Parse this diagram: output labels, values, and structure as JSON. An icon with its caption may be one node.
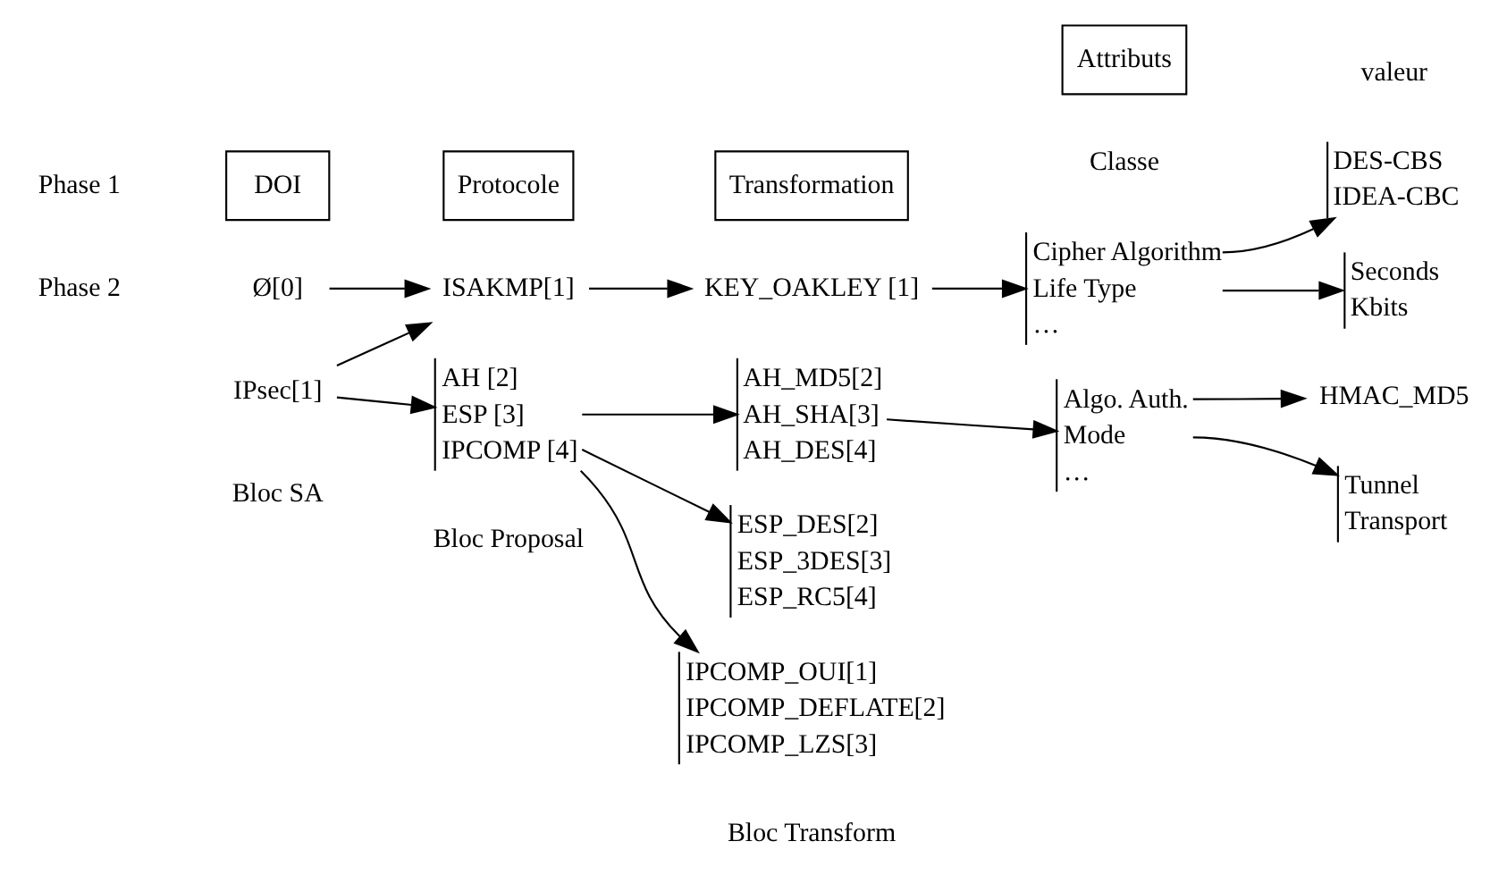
{
  "diagram": {
    "nodes": [
      {
        "text": [
          "DOI"
        ]
      },
      {
        "text": [
          "Protocole"
        ]
      },
      {
        "text": [
          "Transformation"
        ]
      },
      {
        "text": [
          "Attributs"
        ]
      },
      {
        "text": [
          "Ø[0]"
        ]
      },
      {
        "text": [
          "IPsec[1]"
        ]
      },
      {
        "text": [
          "ISAKMP[1]"
        ]
      },
      {
        "text": [
          "AH [2]",
          "ESP [3]",
          "IPCOMP [4]"
        ]
      },
      {
        "text": [
          "KEY_OAKLEY [1]"
        ]
      },
      {
        "text": [
          "AH_MD5[2]",
          "AH_SHA[3]",
          "AH_DES[4]"
        ]
      },
      {
        "text": [
          "ESP_DES[2]",
          "ESP_3DES[3]",
          "ESP_RC5[4]"
        ]
      },
      {
        "text": [
          "IPCOMP_OUI[1]",
          "IPCOMP_DEFLATE[2]",
          "IPCOMP_LZS[3]"
        ]
      },
      {
        "text": [
          "Cipher Algorithm",
          "Life Type",
          "…"
        ]
      },
      {
        "text": [
          "Algo. Auth.",
          "Mode",
          "…"
        ]
      },
      {
        "text": [
          "DES-CBS",
          "IDEA-CBC"
        ]
      },
      {
        "text": [
          "Seconds",
          "Kbits"
        ]
      },
      {
        "text": [
          "HMAC_MD5"
        ]
      },
      {
        "text": [
          "Tunnel",
          "Transport"
        ]
      }
    ],
    "edges": [
      {
        "from": 4,
        "to": 6,
        "arrow": "to"
      },
      {
        "from": 5,
        "to": 6,
        "arrow": "to"
      },
      {
        "from": 5,
        "to": 7,
        "arrow": "to"
      },
      {
        "from": 6,
        "to": 8,
        "arrow": "to"
      },
      {
        "from": 8,
        "to": 12,
        "arrow": "to"
      },
      {
        "from": 7,
        "to": 9,
        "arrow": "to"
      },
      {
        "from": 7,
        "to": 10,
        "arrow": "to"
      },
      {
        "from": 7,
        "to": 11,
        "arrow": "to"
      },
      {
        "from": 9,
        "to": 13,
        "arrow": "to"
      },
      {
        "from": 12,
        "to": 14,
        "arrow": "to"
      },
      {
        "from": 12,
        "to": 15,
        "arrow": "to"
      },
      {
        "from": 13,
        "to": 16,
        "arrow": "to"
      },
      {
        "from": 13,
        "to": 17,
        "arrow": "to"
      }
    ],
    "labels": [
      "Phase 1",
      "Classe",
      "valeur",
      "Phase 2",
      "Bloc SA",
      "Bloc Proposal",
      "Bloc Transform"
    ]
  }
}
